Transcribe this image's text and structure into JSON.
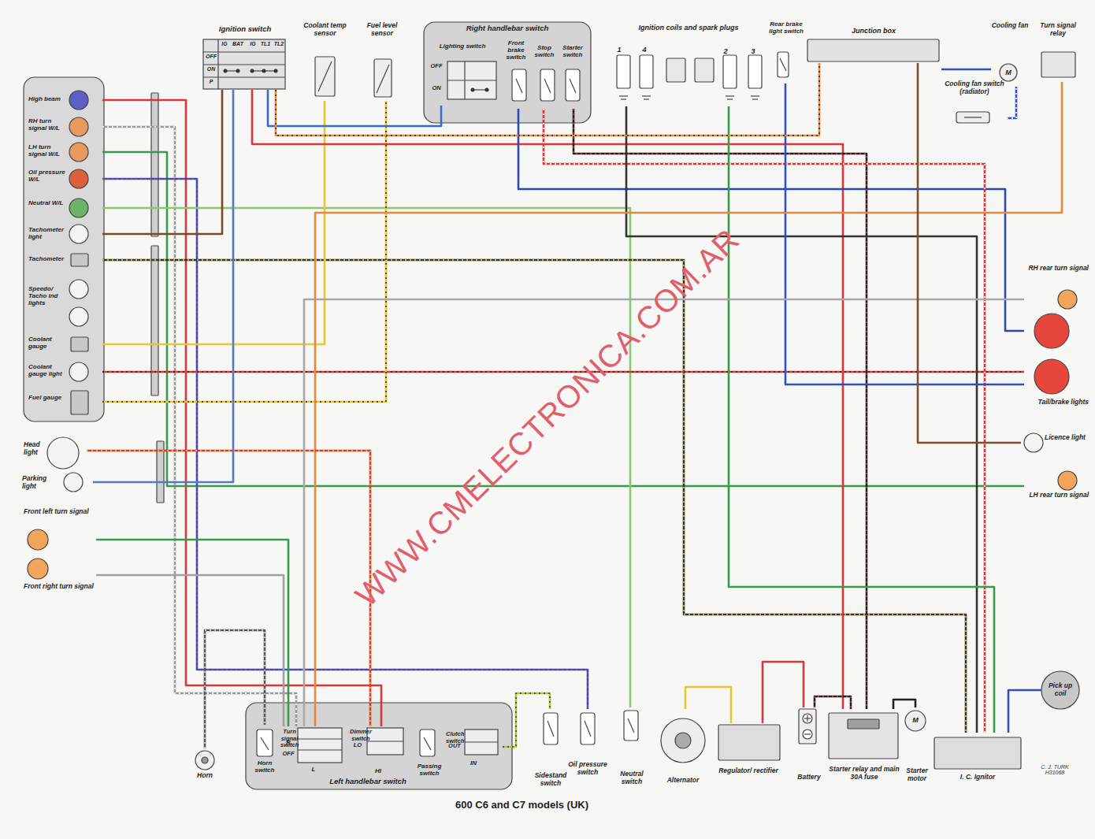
{
  "diagram": {
    "caption": "600 C6 and C7 models (UK)",
    "nodes": [
      {
        "text": [
          "High beam"
        ]
      },
      {
        "text": [
          "RH turn signal W/L"
        ]
      },
      {
        "text": [
          "LH turn signal W/L"
        ]
      },
      {
        "text": [
          "Oil pressure W/L"
        ]
      },
      {
        "text": [
          "Neutral W/L"
        ]
      },
      {
        "text": [
          "Tachometer light"
        ]
      },
      {
        "text": [
          "Tachometer"
        ]
      },
      {
        "text": [
          "Speedo/ Tacho ind lights"
        ]
      },
      {
        "text": [
          "Coolant gauge"
        ]
      },
      {
        "text": [
          "Coolant gauge light"
        ]
      },
      {
        "text": [
          "Fuel gauge"
        ]
      },
      {
        "text": [
          "Ignition switch",
          "IG",
          "BAT",
          "IG",
          "TL1",
          "TL2",
          "OFF",
          "ON",
          "P"
        ]
      },
      {
        "text": [
          "Coolant temp sensor"
        ]
      },
      {
        "text": [
          "Fuel level sensor"
        ]
      },
      {
        "text": [
          "Right handlebar switch"
        ]
      },
      {
        "text": [
          "Lighting switch",
          "OFF",
          "ON"
        ],
        "in": 14
      },
      {
        "text": [
          "Front brake switch"
        ],
        "in": 14
      },
      {
        "text": [
          "Stop switch"
        ],
        "in": 14
      },
      {
        "text": [
          "Starter switch"
        ],
        "in": 14
      },
      {
        "text": [
          "Ignition coils and spark plugs",
          "1",
          "4",
          "2",
          "3"
        ]
      },
      {
        "text": [
          "Rear brake light switch"
        ]
      },
      {
        "text": [
          "Junction box"
        ]
      },
      {
        "text": [
          "Cooling fan",
          "M"
        ]
      },
      {
        "text": [
          "Turn signal relay"
        ]
      },
      {
        "text": [
          "Cooling fan switch (radiator)"
        ]
      },
      {
        "text": [
          "RH rear turn signal"
        ]
      },
      {
        "text": [
          "Tail/brake lights"
        ]
      },
      {
        "text": [
          "Head light"
        ]
      },
      {
        "text": [
          "Parking light"
        ]
      },
      {
        "text": [
          "Licence light"
        ]
      },
      {
        "text": [
          "Front left turn signal"
        ]
      },
      {
        "text": [
          "LH rear turn signal"
        ]
      },
      {
        "text": [
          "Front right turn signal"
        ]
      },
      {
        "text": [
          "Horn"
        ]
      },
      {
        "text": [
          "Left handlebar switch"
        ]
      },
      {
        "text": [
          "Horn switch"
        ],
        "in": 34
      },
      {
        "text": [
          "Turn signal switch",
          "R",
          "OFF",
          "L"
        ],
        "in": 34
      },
      {
        "text": [
          "Dimmer switch",
          "LO",
          "HI"
        ],
        "in": 34
      },
      {
        "text": [
          "Passing switch"
        ],
        "in": 34
      },
      {
        "text": [
          "Clutch switch",
          "OUT",
          "IN"
        ],
        "in": 34
      },
      {
        "text": [
          "Sidestand switch"
        ]
      },
      {
        "text": [
          "Oil pressure switch"
        ]
      },
      {
        "text": [
          "Neutral switch"
        ]
      },
      {
        "text": [
          "Alternator"
        ]
      },
      {
        "text": [
          "Regulator/ rectifier"
        ]
      },
      {
        "text": [
          "Battery"
        ]
      },
      {
        "text": [
          "Starter relay and main 30A fuse"
        ]
      },
      {
        "text": [
          "Starter motor",
          "M"
        ]
      },
      {
        "text": [
          "I. C. Ignitor"
        ]
      },
      {
        "text": [
          "Pick up coil"
        ]
      }
    ],
    "edges": [
      {
        "from": 0,
        "to": 37,
        "arrow": "none"
      },
      {
        "from": 1,
        "to": 36,
        "arrow": "none"
      },
      {
        "from": 2,
        "to": 31,
        "arrow": "none"
      },
      {
        "from": 3,
        "to": 41,
        "arrow": "none"
      },
      {
        "from": 4,
        "to": 42,
        "arrow": "none"
      },
      {
        "from": 5,
        "to": 11,
        "arrow": "none"
      },
      {
        "from": 6,
        "to": 48,
        "arrow": "none"
      },
      {
        "from": 9,
        "to": 26,
        "arrow": "none"
      },
      {
        "from": 8,
        "to": 12,
        "arrow": "none"
      },
      {
        "from": 10,
        "to": 13,
        "arrow": "none"
      },
      {
        "from": 11,
        "to": 46,
        "arrow": "none"
      },
      {
        "from": 11,
        "to": 15,
        "arrow": "none"
      },
      {
        "from": 16,
        "to": 26,
        "arrow": "none"
      },
      {
        "from": 18,
        "to": 46,
        "arrow": "none"
      },
      {
        "from": 17,
        "to": 48,
        "arrow": "none"
      },
      {
        "from": 19,
        "to": 48,
        "arrow": "none"
      },
      {
        "from": 19,
        "to": 48,
        "arrow": "none"
      },
      {
        "from": 20,
        "to": 26,
        "arrow": "none"
      },
      {
        "from": 21,
        "to": 22,
        "arrow": "none"
      },
      {
        "from": 24,
        "to": 22,
        "arrow": "none"
      },
      {
        "from": 23,
        "to": 36,
        "arrow": "none"
      },
      {
        "from": 36,
        "to": 30,
        "arrow": "none"
      },
      {
        "from": 36,
        "to": 32,
        "arrow": "none"
      },
      {
        "from": 27,
        "to": 37,
        "arrow": "none"
      },
      {
        "from": 28,
        "to": 11,
        "arrow": "none"
      },
      {
        "from": 33,
        "to": 35,
        "arrow": "none"
      },
      {
        "from": 39,
        "to": 40,
        "arrow": "none"
      },
      {
        "from": 43,
        "to": 44,
        "arrow": "none"
      },
      {
        "from": 44,
        "to": 45,
        "arrow": "none"
      },
      {
        "from": 45,
        "to": 46,
        "arrow": "none"
      },
      {
        "from": 46,
        "to": 47,
        "arrow": "none"
      },
      {
        "from": 49,
        "to": 48,
        "arrow": "none"
      },
      {
        "from": 36,
        "to": 25,
        "arrow": "none"
      },
      {
        "from": 11,
        "to": 21,
        "arrow": "none"
      },
      {
        "from": 21,
        "to": 29,
        "arrow": "none"
      }
    ],
    "labels": [
      "WWW.CMELECTRONICA.COM.AR",
      "C. J. TURK H31068"
    ]
  }
}
